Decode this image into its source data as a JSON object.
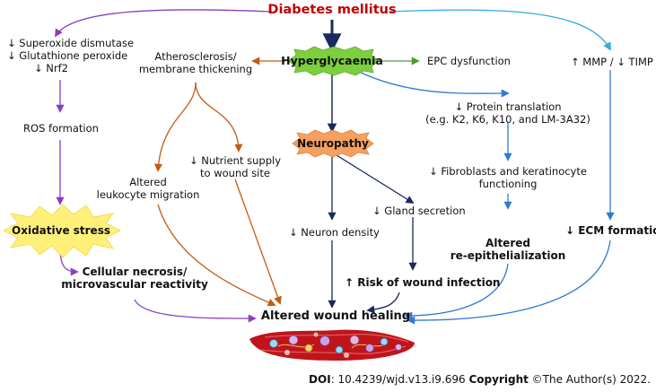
{
  "diagram": {
    "title": "Diabetes mellitus",
    "hyperglycaemia": "Hyperglycaemia",
    "neuropathy": "Neuropathy",
    "oxidative_stress": "Oxidative stress",
    "antioxidant_lines": [
      "↓ Superoxide dismutase",
      "↓ Glutathione peroxide",
      "↓ Nrf2"
    ],
    "ros_formation": "ROS formation",
    "cellular_necrosis_lines": [
      "Cellular necrosis/",
      "microvascular reactivity"
    ],
    "atherosclerosis_lines": [
      "Atherosclerosis/",
      "membrane thickening"
    ],
    "leukocyte_lines": [
      "Altered",
      "leukocyte migration"
    ],
    "nutrient_lines": [
      "↓ Nutrient supply",
      "to wound site"
    ],
    "epc_dysfunction": "EPC dysfunction",
    "protein_translation_lines": [
      "↓ Protein translation",
      "(e.g. K2, K6, K10, and LM-3A32)"
    ],
    "fibroblast_lines": [
      "↓ Fibroblasts and keratinocyte",
      "functioning"
    ],
    "reepithelialization_lines": [
      "Altered",
      "re-epithelialization"
    ],
    "mmp_timp": "↑ MMP / ↓ TIMP",
    "ecm_formation": "↓ ECM formation",
    "neuron_density": "↓ Neuron density",
    "gland_secretion": "↓ Gland secretion",
    "wound_infection": "↑ Risk of wound infection",
    "altered_wound_healing": "Altered wound healing"
  },
  "footer": {
    "doi_label": "DOI",
    "doi_value": ": 10.4239/wjd.v13.i9.696 ",
    "copyright_label": "Copyright",
    "copyright_value": " ©The Author(s) 2022."
  },
  "colors": {
    "title_red": "#c00000",
    "purple": "#8a3fc0",
    "light_blue": "#2eaae0",
    "dark_navy": "#1a2a5e",
    "orange": "#c55a11",
    "green": "#4d9a3a",
    "blue": "#2e7bd0",
    "hyperglycaemia_fill": "#7ccf3e",
    "neuropathy_fill": "#f4a060",
    "oxidative_fill": "#fff07a",
    "tissue_red": "#c0141b"
  }
}
